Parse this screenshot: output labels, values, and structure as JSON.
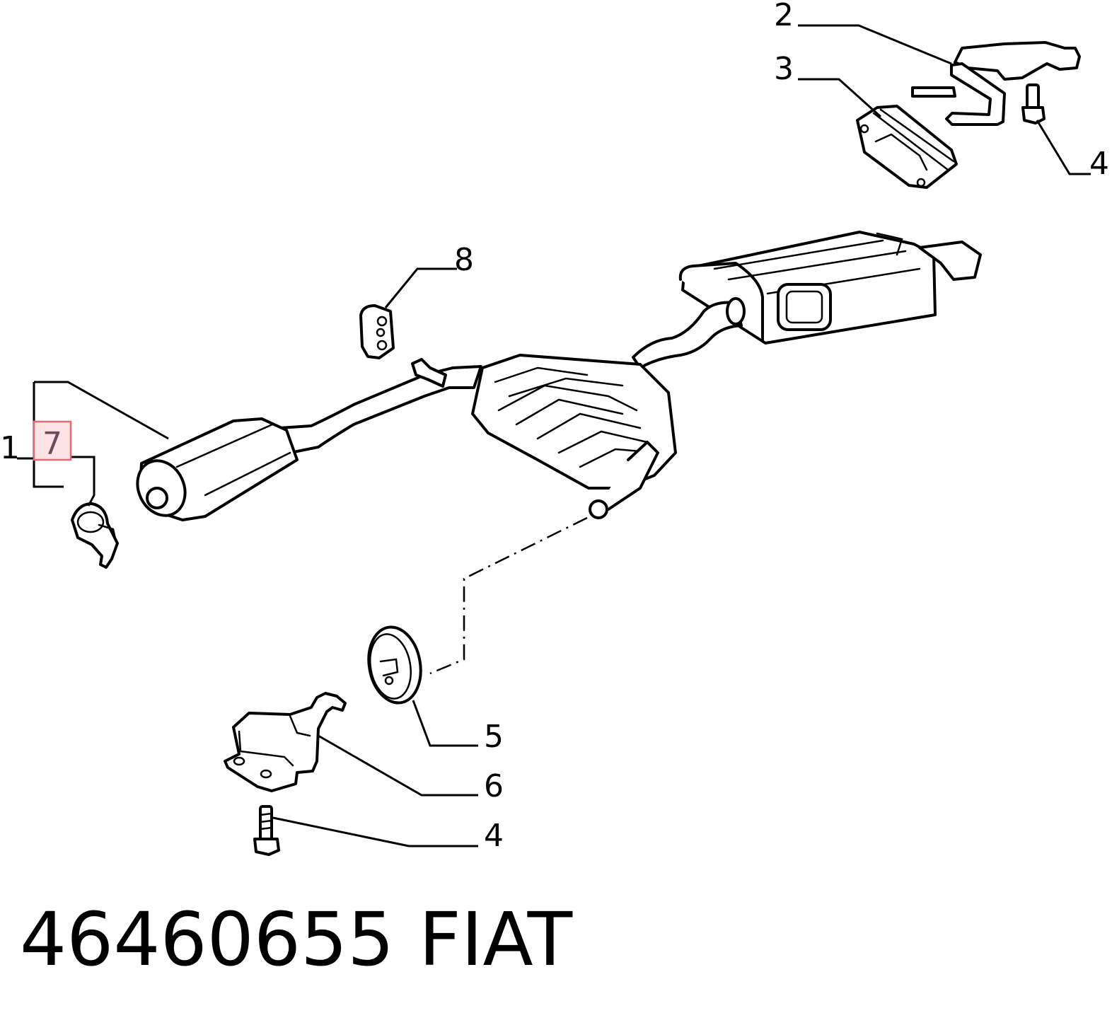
{
  "callouts": {
    "c1": "1",
    "c2": "2",
    "c3": "3",
    "c4_top": "4",
    "c4_bottom": "4",
    "c5": "5",
    "c6": "6",
    "c7": "7",
    "c8": "8"
  },
  "footer": {
    "part_number": "46460655",
    "brand": "FIAT"
  },
  "highlight": {
    "callout": "7",
    "fill_color": "#fde3e6",
    "border_color": "#e46a78",
    "text_color": "#6e4a5a"
  }
}
